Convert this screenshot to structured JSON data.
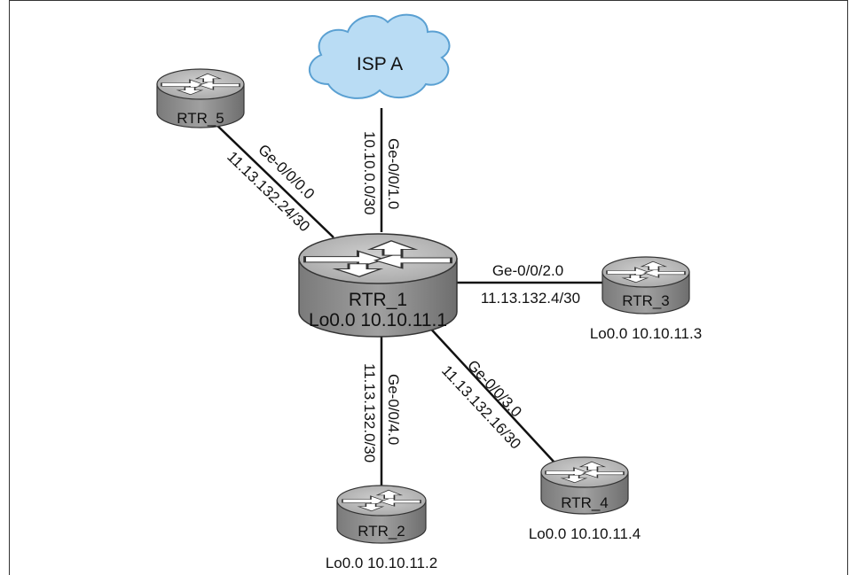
{
  "cloud": {
    "label": "ISP A"
  },
  "routers": {
    "rtr1": {
      "name": "RTR_1",
      "loopback": "Lo0.0 10.10.11.1"
    },
    "rtr2": {
      "name": "RTR_2",
      "loopback": "Lo0.0 10.10.11.2"
    },
    "rtr3": {
      "name": "RTR_3",
      "loopback": "Lo0.0 10.10.11.3"
    },
    "rtr4": {
      "name": "RTR_4",
      "loopback": "Lo0.0 10.10.11.4"
    },
    "rtr5": {
      "name": "RTR_5",
      "loopback": ""
    }
  },
  "links": {
    "isp": {
      "interface": "Ge-0/0/1.0",
      "subnet": "10.10.0.0/30"
    },
    "rtr5": {
      "interface": "Ge-0/0/0.0",
      "subnet": "11.13.132.24/30"
    },
    "rtr3": {
      "interface": "Ge-0/0/2.0",
      "subnet": "11.13.132.4/30"
    },
    "rtr4": {
      "interface": "Ge-0/0/3.0",
      "subnet": "11.13.132.16/30"
    },
    "rtr2": {
      "interface": "Ge-0/0/4.0",
      "subnet": "11.13.132.0/30"
    }
  },
  "colors": {
    "router_top": "#b4b4b4",
    "router_side": "#8c8c8c",
    "cloud_fill": "#b9dcf4",
    "cloud_stroke": "#5aa0d2"
  }
}
